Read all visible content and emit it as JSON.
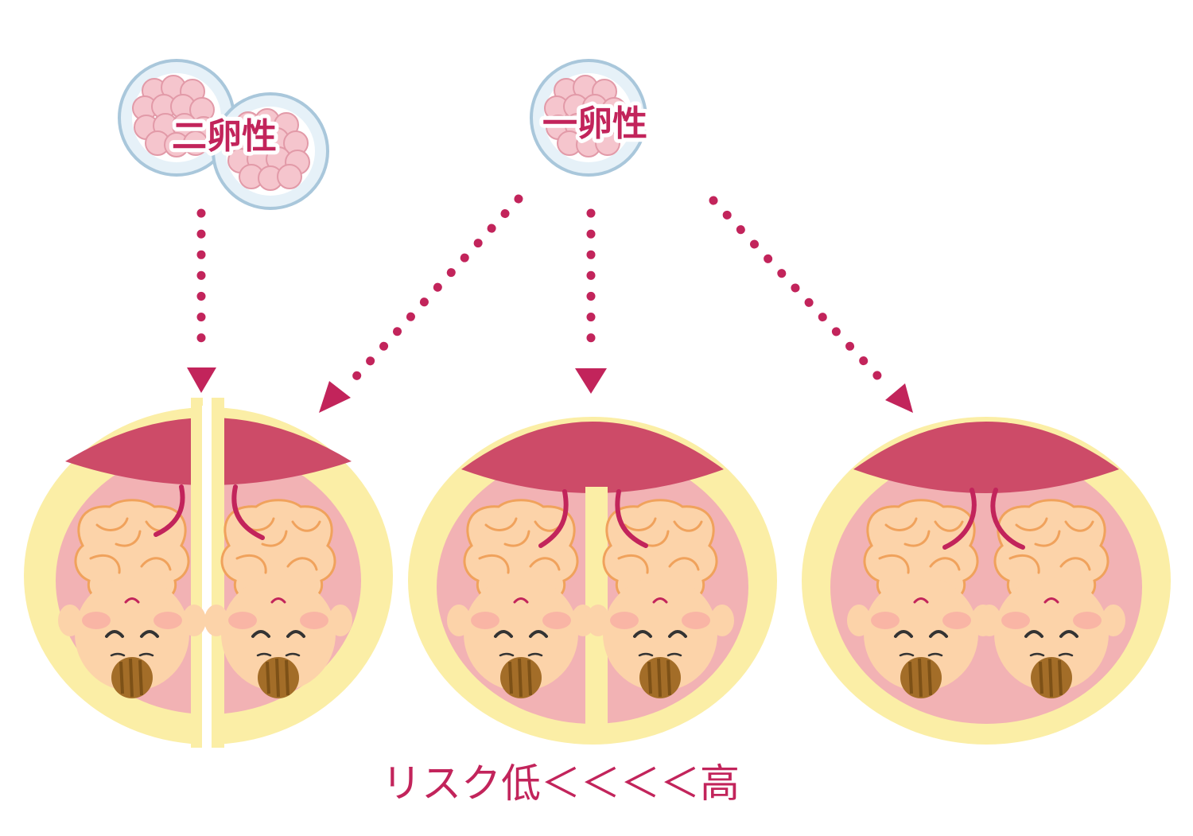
{
  "labels": {
    "dizygotic": "二卵性",
    "monozygotic": "一卵性"
  },
  "risk": {
    "text": "リスク低＜＜＜＜高"
  },
  "colors": {
    "accent": "#c2245b",
    "placenta": "#cd4b68",
    "wall": "#fbeea6",
    "amniotic": "#f2b2b4",
    "baby_skin": "#fcd3a9",
    "baby_line": "#f0a25c",
    "hair": "#9a6a2a",
    "egg_cell": "#f4c3cb"
  },
  "configurations": [
    {
      "name": "dichorionic-diamniotic-separate",
      "placentas": 2,
      "sacs": 2
    },
    {
      "name": "monochorionic-diamniotic",
      "placentas": 1,
      "sacs": 2
    },
    {
      "name": "monochorionic-monoamniotic",
      "placentas": 1,
      "sacs": 1
    }
  ]
}
